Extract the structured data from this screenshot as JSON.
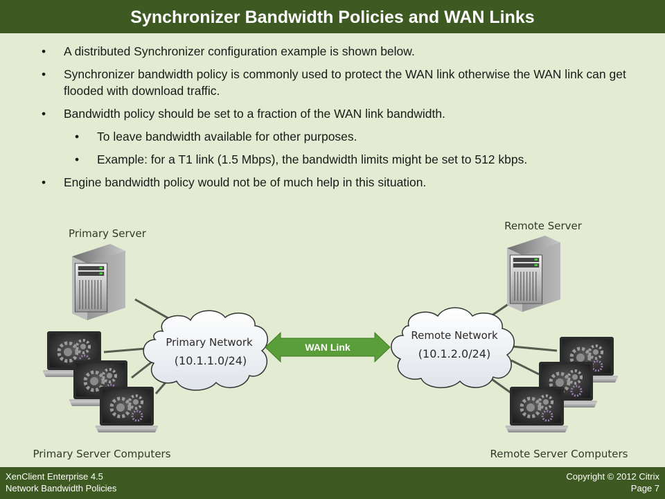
{
  "slide": {
    "title": "Synchronizer Bandwidth Policies and WAN Links",
    "bullets": [
      {
        "text": "A distributed Synchronizer configuration example is shown below.",
        "level": 1
      },
      {
        "text": "Synchronizer bandwidth policy is commonly used to protect the WAN link otherwise the WAN link can get flooded with download traffic.",
        "level": 1
      },
      {
        "text": "Bandwidth policy should be set to a fraction of the WAN link bandwidth.",
        "level": 1
      },
      {
        "text": "To leave bandwidth available for other purposes.",
        "level": 2
      },
      {
        "text": "Example: for a T1 link (1.5 Mbps), the bandwidth limits might be set to 512 kbps.",
        "level": 2
      },
      {
        "text": "Engine bandwidth policy would not be of much help in this situation.",
        "level": 1
      }
    ]
  },
  "diagram": {
    "primary_server_label": "Primary Server",
    "remote_server_label": "Remote Server",
    "primary_network_name": "Primary Network",
    "primary_network_subnet": "(10.1.1.0/24)",
    "remote_network_name": "Remote Network",
    "remote_network_subnet": "(10.1.2.0/24)",
    "wan_link_label": "WAN Link",
    "primary_computers_label": "Primary Server Computers",
    "remote_computers_label": "Remote Server Computers"
  },
  "footer": {
    "product": "XenClient Enterprise 4.5",
    "module": "Network Bandwidth Policies",
    "copyright": "Copyright © 2012 Citrix",
    "page": "Page 7"
  },
  "colors": {
    "background": "#e3ecd2",
    "bar": "#3e5a22",
    "wan_arrow": "#5a9e3a"
  },
  "icons": [
    "server-icon",
    "laptop-icon",
    "cloud-icon",
    "double-arrow-icon"
  ]
}
